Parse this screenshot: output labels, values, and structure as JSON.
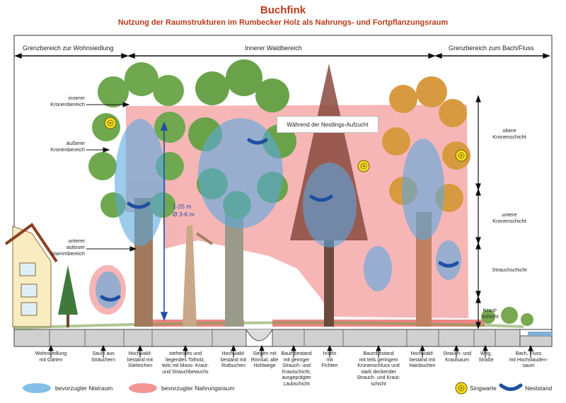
{
  "header": {
    "title": "Buchfink",
    "subtitle": "Nutzung der Raumstrukturen im Rumbecker Holz als Nahrungs- und Fortpflanzungsraum"
  },
  "zones": {
    "left": "Grenzbereich zur Wohnsiedlung",
    "middle": "Innerer Waldbereich",
    "right": "Grenzbereich zum Bach/Fluss"
  },
  "crown_labels": {
    "inner": "innerer\nKronenbereich",
    "outer": "äußerer\nKronenbereich",
    "trunk": "unterer\nastloser\nStammbereich"
  },
  "layers": {
    "upper_crown": "obere\nKronenschicht",
    "lower_crown": "untere\nKronenschicht",
    "shrub": "Strauchschicht",
    "herb": "Kraut-\nschicht"
  },
  "nestling_note": "Während der Nestlings-Aufzucht",
  "measure": {
    "height": "1-25 m",
    "diameter": "Ø 3-6 m"
  },
  "categories": [
    "Wohnsiedlung\nmit Gärten",
    "Saum aus\nSträuchern",
    "Hochwald-\nbestand mit\nStieleichen",
    "stehendes und\nliegendes Totholz,\nteils mit Moos- Kraut-\nund Strauchbewuchs",
    "Hochwald-\nbestand mit\nRotbuchen",
    "Siepen mit\nRinnsal, alte\nHohlwege",
    "Baumbestand\nmit geringer\nStrauch- und\nKrautschicht,\nausgeprägter\nLaubschicht",
    "Inseln\nmit\nFichten",
    "Baumbestand\nmit teils geringem\nKronenschluss und\nstark deckender\nStrauch- und Kraut-\nschicht",
    "Hochwald-\nbestand mit\nHainbuchen",
    "Strauch- und\nKrautsaum",
    "Weg,\nStraße",
    "Bach, Fluss\nmit Hochstauden-\nsaum"
  ],
  "legend": {
    "nest_space": "bevorzugter Nistraum",
    "food_space": "bevorzugter Nahrungsraum",
    "song_post": "Singwarte",
    "nest_site": "Neststand"
  },
  "colors": {
    "title": "#b83a1a",
    "nest_blue": "#5aa8e0",
    "food_red": "#f08080",
    "nest_stand": "#1f4fa0",
    "song_yellow": "#f2e020"
  }
}
